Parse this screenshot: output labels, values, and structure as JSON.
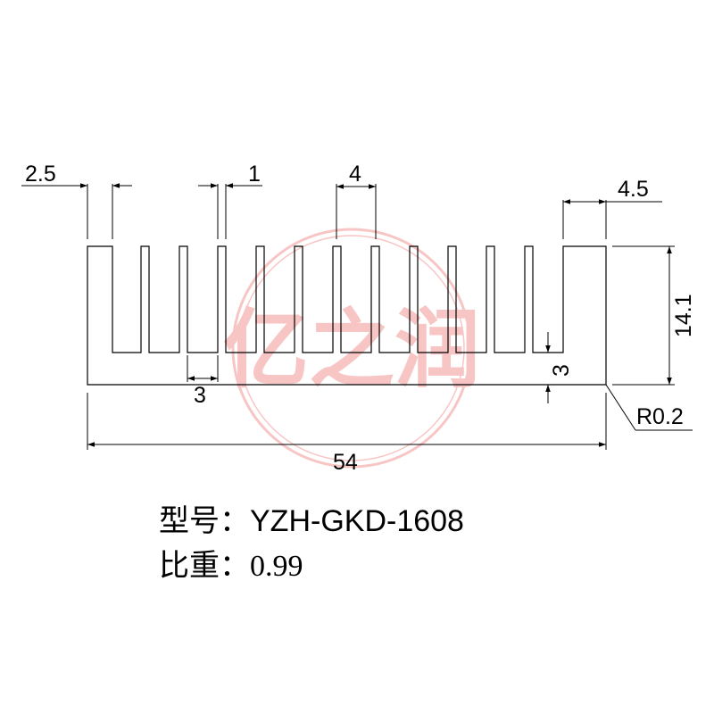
{
  "dimensions": {
    "base_fin_width": "2.5",
    "fin_thickness": "1",
    "fin_pitch": "4",
    "end_fin_width": "4.5",
    "height": "14.1",
    "base_thickness": "3",
    "slot_width": "3",
    "corner_radius": "R0.2",
    "total_width": "54"
  },
  "info": {
    "model_label": "型号：",
    "model_value": "YZH-GKD-1608",
    "weight_label": "比重：",
    "weight_value": "0.99"
  },
  "watermark": {
    "text": "亿之润",
    "color": "#f08080"
  },
  "colors": {
    "line": "#000000",
    "background": "#ffffff"
  }
}
